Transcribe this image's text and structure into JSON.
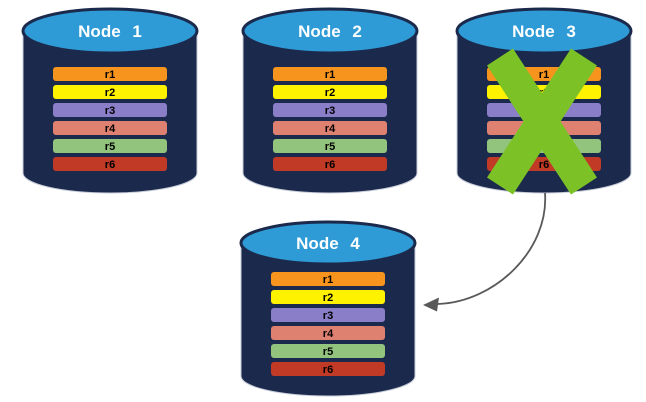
{
  "colors": {
    "background": "#FFFFFF",
    "cylinder_body": "#1B2A4C",
    "cylinder_top": "#2E9BD6",
    "cylinder_outline": "#C7CCD8",
    "x_mark": "#7CC227",
    "arrow": "#595959",
    "row_label_text": "#000000",
    "node_title_text": "#FFFFFF"
  },
  "nodes": [
    {
      "title": "Node 1",
      "crossed_out": false,
      "rows": [
        {
          "label": "r1",
          "color": "#F7941E"
        },
        {
          "label": "r2",
          "color": "#FFF200"
        },
        {
          "label": "r3",
          "color": "#8B7EC8"
        },
        {
          "label": "r4",
          "color": "#DE8170"
        },
        {
          "label": "r5",
          "color": "#93C47E"
        },
        {
          "label": "r6",
          "color": "#C03A26"
        }
      ]
    },
    {
      "title": "Node 2",
      "crossed_out": false,
      "rows": [
        {
          "label": "r1",
          "color": "#F7941E"
        },
        {
          "label": "r2",
          "color": "#FFF200"
        },
        {
          "label": "r3",
          "color": "#8B7EC8"
        },
        {
          "label": "r4",
          "color": "#DE8170"
        },
        {
          "label": "r5",
          "color": "#93C47E"
        },
        {
          "label": "r6",
          "color": "#C03A26"
        }
      ]
    },
    {
      "title": "Node 3",
      "crossed_out": true,
      "rows": [
        {
          "label": "r1",
          "color": "#F7941E"
        },
        {
          "label": "r2",
          "color": "#FFF200"
        },
        {
          "label": "r3",
          "color": "#8B7EC8"
        },
        {
          "label": "r4",
          "color": "#DE8170"
        },
        {
          "label": "r5",
          "color": "#93C47E"
        },
        {
          "label": "r6",
          "color": "#C03A26"
        }
      ]
    },
    {
      "title": "Node 4",
      "crossed_out": false,
      "rows": [
        {
          "label": "r1",
          "color": "#F7941E"
        },
        {
          "label": "r2",
          "color": "#FFF200"
        },
        {
          "label": "r3",
          "color": "#8B7EC8"
        },
        {
          "label": "r4",
          "color": "#DE8170"
        },
        {
          "label": "r5",
          "color": "#93C47E"
        },
        {
          "label": "r6",
          "color": "#C03A26"
        }
      ]
    }
  ],
  "arrow": {
    "color": "#595959"
  }
}
